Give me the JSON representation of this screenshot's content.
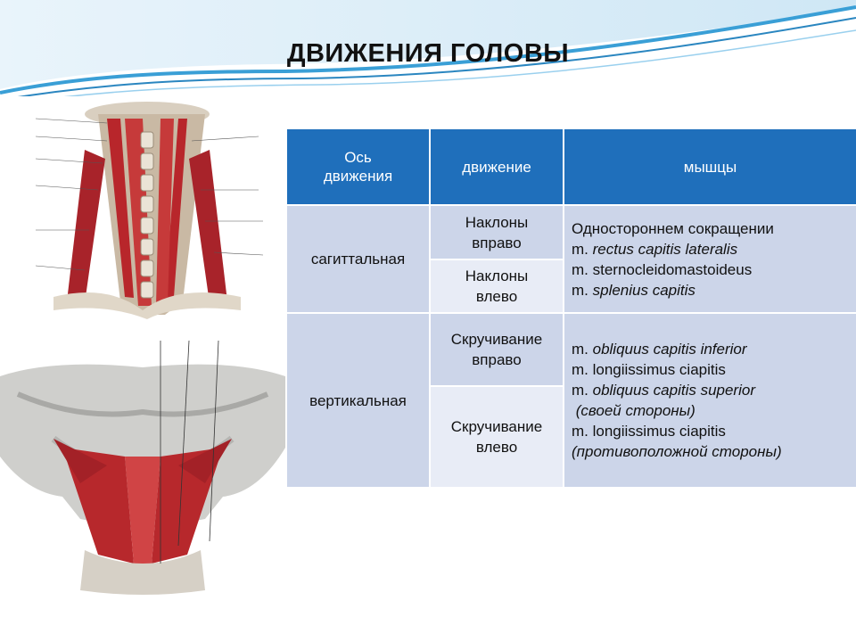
{
  "title": "ДВИЖЕНИЯ  ГОЛОВЫ",
  "colors": {
    "header_bg": "#1f6fbb",
    "row_bg": "#ccd5e9",
    "row_alt_bg": "#e8ecf6",
    "wave": "#3a9fd6"
  },
  "images": {
    "top": "anatomy illustration of deep neck muscles",
    "bottom": "anatomy illustration of suboccipital muscles"
  },
  "table": {
    "headers": [
      "Ось\nдвижения",
      "движение",
      "мышцы"
    ],
    "groups": [
      {
        "axis": "сагиттальная",
        "movements": [
          "Наклоны\nвправо",
          "Наклоны\nвлево"
        ],
        "muscles": [
          {
            "prefix": "",
            "name": "Одностороннем сокращении",
            "italic": false
          },
          {
            "prefix": "m. ",
            "name": "rectus capitis lateralis",
            "italic": true
          },
          {
            "prefix": "m. ",
            "name": "sternocleidomastoideus",
            "italic": false
          },
          {
            "prefix": "m. ",
            "name": "splenius capitis",
            "italic": true
          }
        ]
      },
      {
        "axis": "вертикальная",
        "movements": [
          "Скручивание\nвправо",
          "Скручивание\nвлево"
        ],
        "muscles": [
          {
            "prefix": "m. ",
            "name": "obliquus capitis inferior",
            "italic": true
          },
          {
            "prefix": "m. ",
            "name": "longiissimus ciapitis",
            "italic": false
          },
          {
            "prefix": "m. ",
            "name": "obliquus capitis superior",
            "italic": true
          },
          {
            "prefix": "",
            "name": " (своей стороны)",
            "italic": true
          },
          {
            "prefix": "m. ",
            "name": "longiissimus ciapitis",
            "italic": false
          },
          {
            "prefix": "",
            "name": "(противоположной стороны)",
            "italic": true
          }
        ]
      }
    ]
  }
}
